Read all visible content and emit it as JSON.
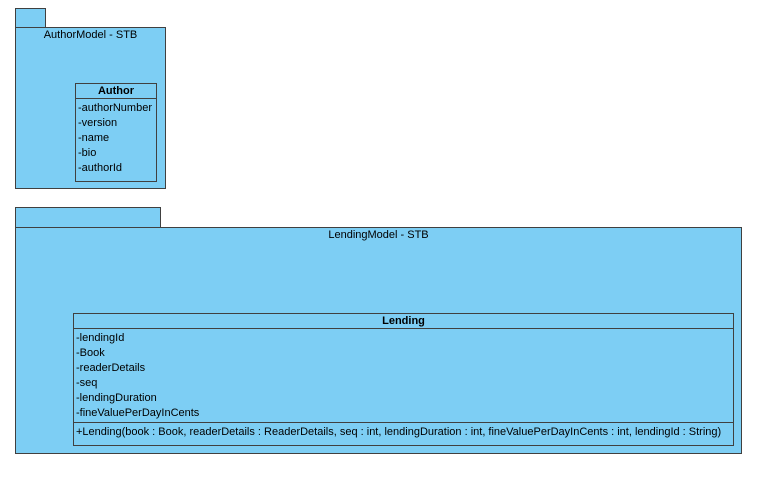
{
  "colors": {
    "package_fill": "#7dcef4",
    "border": "#404040"
  },
  "packages": [
    {
      "title": "AuthorModel - STB",
      "class": {
        "name": "Author",
        "attributes": [
          "-authorNumber",
          "-version",
          "-name",
          "-bio",
          "-authorId"
        ],
        "operations": []
      }
    },
    {
      "title": "LendingModel - STB",
      "class": {
        "name": "Lending",
        "attributes": [
          "-lendingId",
          "-Book",
          "-readerDetails",
          "-seq",
          "-lendingDuration",
          "-fineValuePerDayInCents"
        ],
        "operations": [
          "+Lending(book : Book, readerDetails : ReaderDetails, seq : int, lendingDuration : int, fineValuePerDayInCents : int, lendingId : String)"
        ]
      }
    }
  ]
}
